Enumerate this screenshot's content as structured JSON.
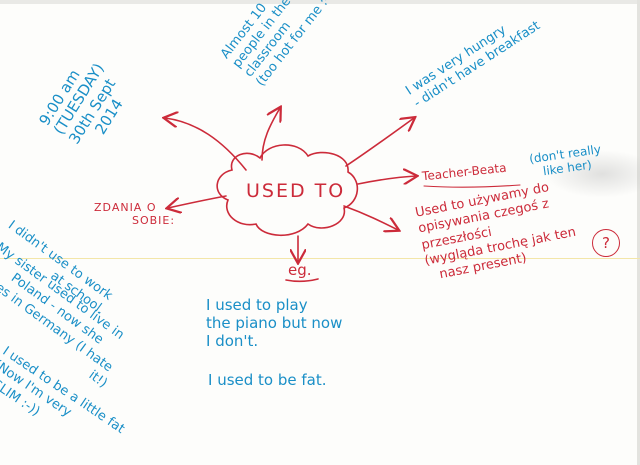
{
  "center": {
    "label": "USED TO"
  },
  "notes": {
    "date": [
      "9:00 am",
      "(TUESDAY)",
      "30th Sept",
      "2014"
    ],
    "classroom": [
      "Almost 10",
      "people in the",
      "classroom",
      "(too hot for me :-C"
    ],
    "breakfast": [
      "I was very hungry",
      "- didn't have breakfast"
    ],
    "teacher": [
      "Teacher-Beata",
      "(don't really",
      "like her)"
    ],
    "zdania": [
      "ZDANIA O",
      "SOBIE:"
    ],
    "eg": "eg.",
    "example1": [
      "I used to play",
      "the piano but now",
      "I don't."
    ],
    "example2": "I used to be fat.",
    "used_to_pl": [
      "Used to używamy do",
      "opisywania czegoś z",
      "przeszłości",
      "(wygląda trochę jak ten",
      "nasz present)"
    ],
    "question_mark": "?",
    "about_me_1": [
      "I didn't use to work",
      "at school."
    ],
    "about_me_2": [
      "My sister used to live in",
      "Poland - now she",
      "lives in Germany (I hate",
      "it!)"
    ],
    "about_me_3": [
      "I used to be a little fat",
      "(Now I'm very",
      "SLIM :-))"
    ]
  },
  "colors": {
    "red_ink": "#cc2b3a",
    "blue_ink": "#1a8fc7"
  }
}
